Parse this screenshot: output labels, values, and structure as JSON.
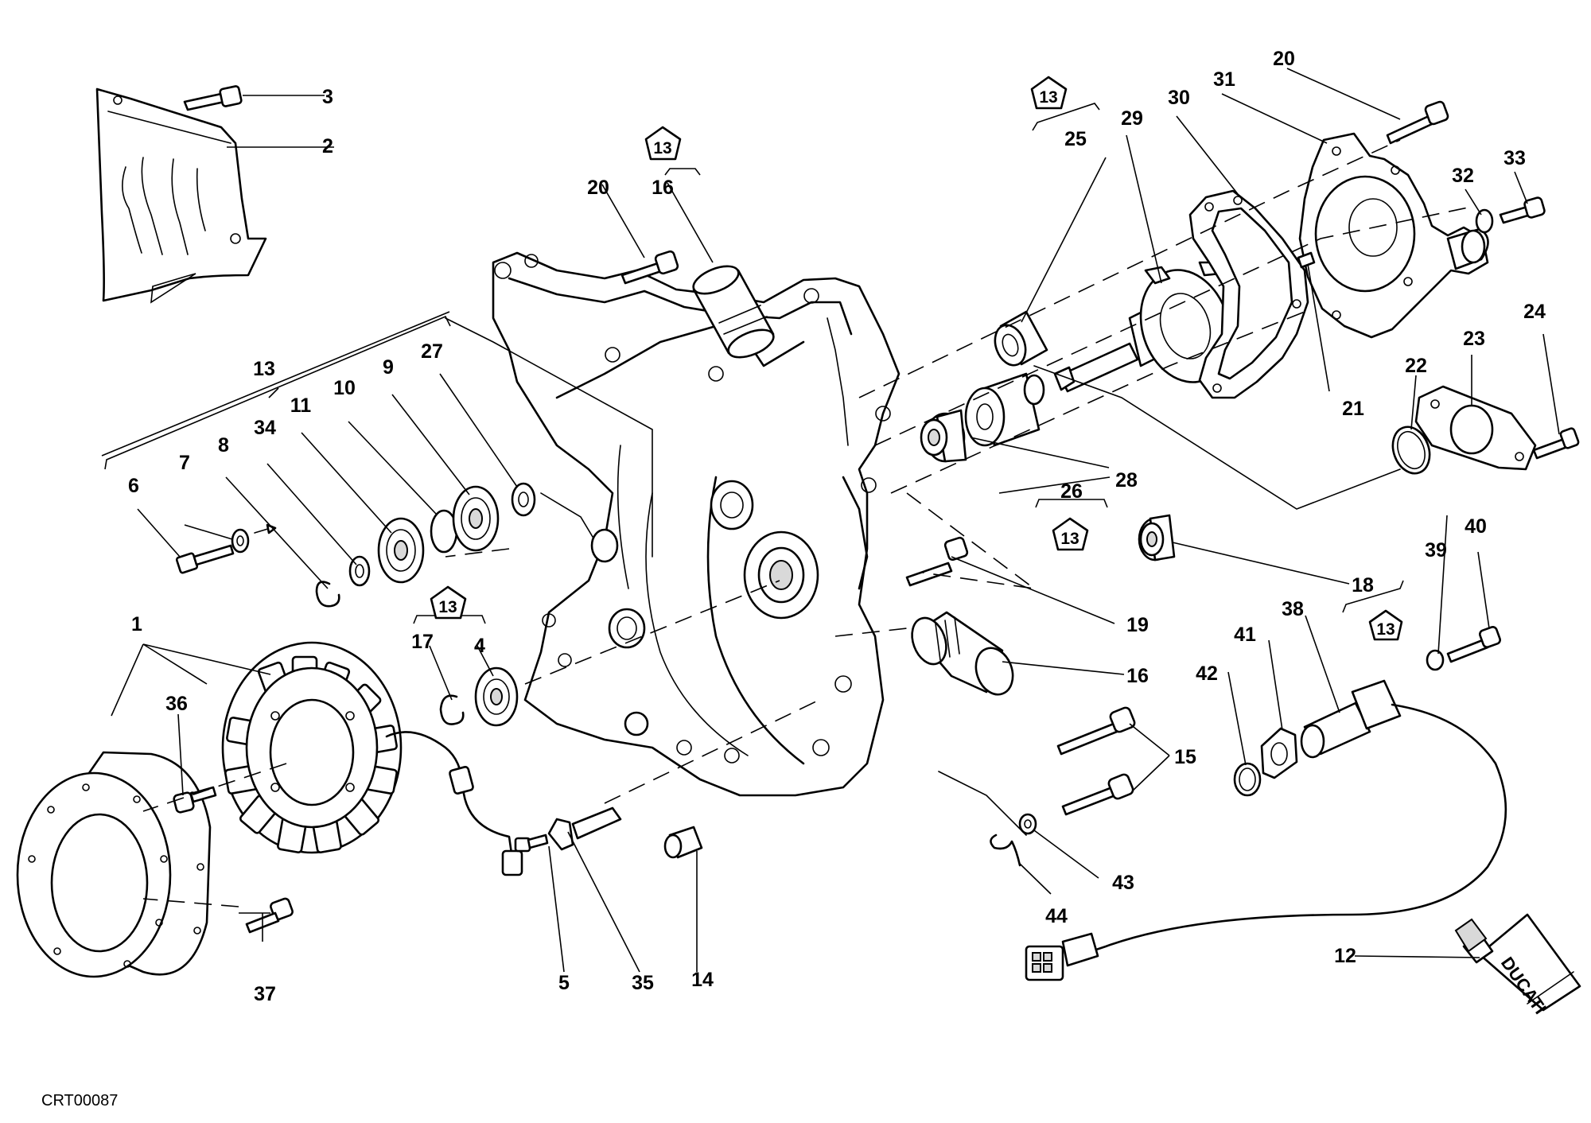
{
  "drawing_code": "CRT00087",
  "brand_mark": "DUCATI",
  "callouts": {
    "c1": "1",
    "c2": "2",
    "c3": "3",
    "c4": "4",
    "c5": "5",
    "c6": "6",
    "c7": "7",
    "c8": "8",
    "c9": "9",
    "c10": "10",
    "c11": "11",
    "c12": "12",
    "c13": "13",
    "c14": "14",
    "c15": "15",
    "c16a": "16",
    "c16b": "16",
    "c17": "17",
    "c18": "18",
    "c19": "19",
    "c20a": "20",
    "c20b": "20",
    "c21": "21",
    "c22": "22",
    "c23": "23",
    "c24": "24",
    "c25": "25",
    "c26": "26",
    "c27": "27",
    "c28": "28",
    "c29": "29",
    "c30": "30",
    "c31": "31",
    "c32": "32",
    "c33": "33",
    "c34": "34",
    "c35": "35",
    "c36": "36",
    "c37": "37",
    "c38": "38",
    "c39": "39",
    "c40": "40",
    "c41": "41",
    "c42": "42",
    "c43": "43",
    "c44": "44"
  },
  "kit_badges": {
    "b16": "13",
    "b25": "13",
    "b26": "13",
    "b17_4": "13",
    "b18": "13"
  }
}
